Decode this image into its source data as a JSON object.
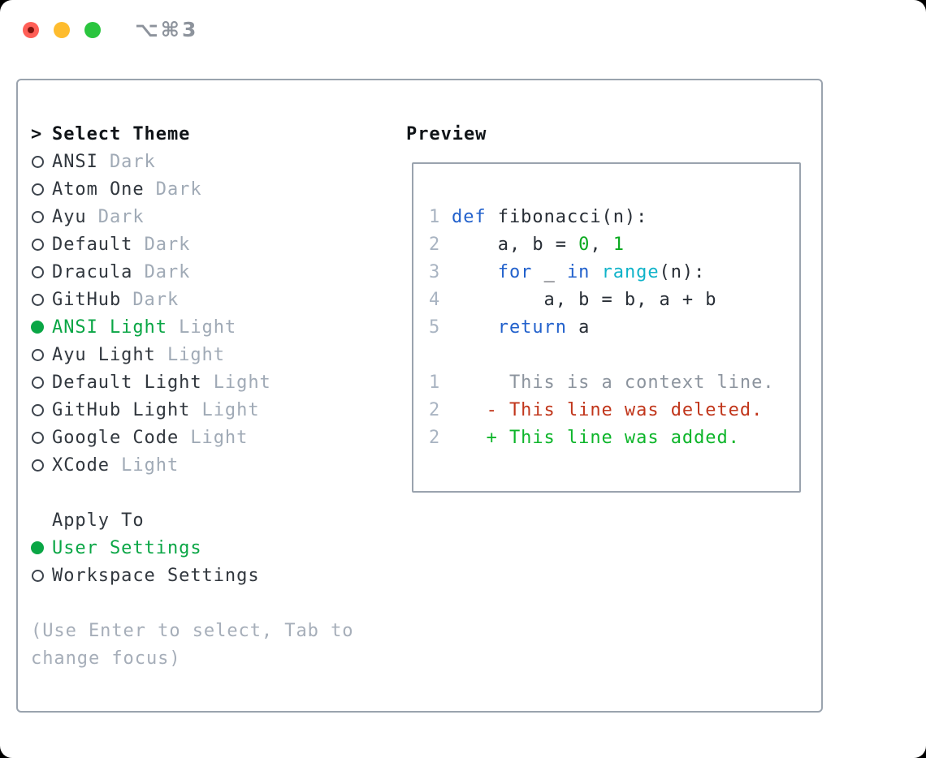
{
  "titlebar": {
    "shortcut": "⌥⌘3",
    "buttons": [
      "close",
      "minimize",
      "zoom"
    ]
  },
  "colors": {
    "selected_green": "#0aa645",
    "keyword_blue": "#2261cc",
    "function_cyan": "#10b3c9",
    "number_green": "#0aa91f",
    "deleted_red": "#c1361b",
    "added_green": "#0db52a",
    "muted_gray": "#a0aab6",
    "border_gray": "#9aa3ae",
    "traffic_red": "#ff5f57",
    "traffic_yellow": "#febc2e",
    "traffic_green": "#2ac53e"
  },
  "theme_list": {
    "header": "Select Theme",
    "header_marker": ">",
    "items": [
      {
        "name": "ANSI",
        "tag": "Dark",
        "selected": false
      },
      {
        "name": "Atom One",
        "tag": "Dark",
        "selected": false
      },
      {
        "name": "Ayu",
        "tag": "Dark",
        "selected": false
      },
      {
        "name": "Default",
        "tag": "Dark",
        "selected": false
      },
      {
        "name": "Dracula",
        "tag": "Dark",
        "selected": false
      },
      {
        "name": "GitHub",
        "tag": "Dark",
        "selected": false
      },
      {
        "name": "ANSI Light",
        "tag": "Light",
        "selected": true
      },
      {
        "name": "Ayu Light",
        "tag": "Light",
        "selected": false
      },
      {
        "name": "Default Light",
        "tag": "Light",
        "selected": false
      },
      {
        "name": "GitHub Light",
        "tag": "Light",
        "selected": false
      },
      {
        "name": "Google Code",
        "tag": "Light",
        "selected": false
      },
      {
        "name": "XCode",
        "tag": "Light",
        "selected": false
      }
    ]
  },
  "apply_to": {
    "header": "Apply To",
    "options": [
      {
        "label": "User Settings",
        "selected": true
      },
      {
        "label": "Workspace Settings",
        "selected": false
      }
    ]
  },
  "help_lines": [
    "(Use Enter to select, Tab to",
    "change focus)"
  ],
  "preview": {
    "title": "Preview",
    "lines": [
      {
        "n": "1",
        "tokens": [
          [
            "def",
            "kw"
          ],
          [
            " fibonacci(n):",
            "plain"
          ]
        ]
      },
      {
        "n": "2",
        "tokens": [
          [
            "    a, b = ",
            "plain"
          ],
          [
            "0",
            "num"
          ],
          [
            ", ",
            "plain"
          ],
          [
            "1",
            "num"
          ]
        ]
      },
      {
        "n": "3",
        "tokens": [
          [
            "    ",
            "plain"
          ],
          [
            "for",
            "kw"
          ],
          [
            " _ ",
            "plain"
          ],
          [
            "in",
            "kw"
          ],
          [
            " ",
            "plain"
          ],
          [
            "range",
            "fn"
          ],
          [
            "(n):",
            "plain"
          ]
        ]
      },
      {
        "n": "4",
        "tokens": [
          [
            "        a, b = b, a + b",
            "plain"
          ]
        ]
      },
      {
        "n": "5",
        "tokens": [
          [
            "    ",
            "plain"
          ],
          [
            "return",
            "kw"
          ],
          [
            " a",
            "plain"
          ]
        ]
      },
      {
        "n": "",
        "tokens": []
      },
      {
        "n": "1",
        "tokens": [
          [
            "     This is a context line.",
            "ctx"
          ]
        ]
      },
      {
        "n": "2",
        "tokens": [
          [
            "   - This line was deleted.",
            "del"
          ]
        ]
      },
      {
        "n": "2",
        "tokens": [
          [
            "   + This line was added.",
            "add"
          ]
        ]
      }
    ]
  }
}
